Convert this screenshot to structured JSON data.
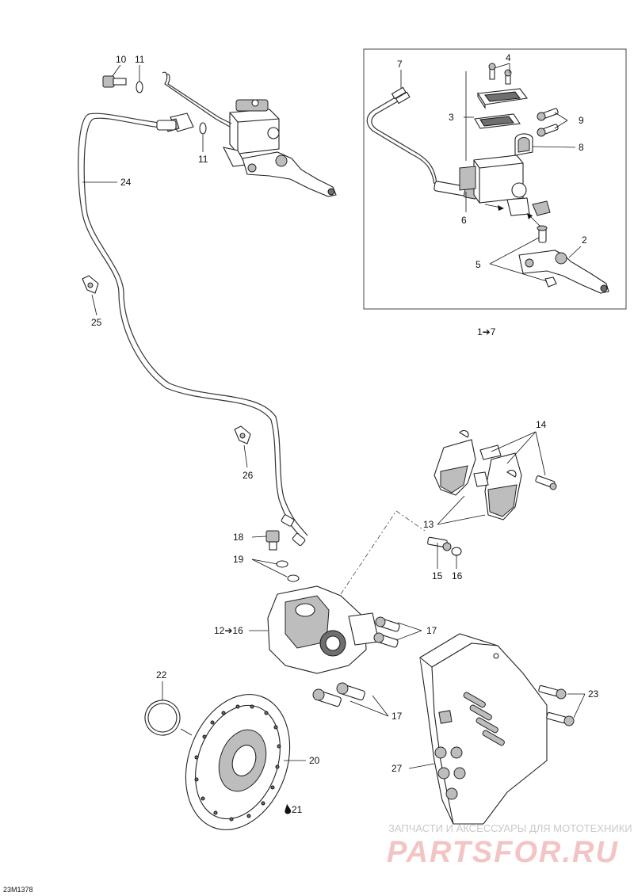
{
  "diagram": {
    "code": "23M1378",
    "labels": {
      "p1_7": "1➔7",
      "p2": "2",
      "p3": "3",
      "p4": "4",
      "p5": "5",
      "p6": "6",
      "p7": "7",
      "p8": "8",
      "p9": "9",
      "p10": "10",
      "p11a": "11",
      "p11b": "11",
      "p12_16": "12➔16",
      "p13": "13",
      "p14": "14",
      "p15": "15",
      "p16": "16",
      "p17a": "17",
      "p17b": "17",
      "p18": "18",
      "p19": "19",
      "p20": "20",
      "p21": "21",
      "p22": "22",
      "p23": "23",
      "p24": "24",
      "p25": "25",
      "p26": "26",
      "p27": "27"
    }
  },
  "watermark": {
    "tagline": "ЗАПЧАСТИ И АКСЕССУАРЫ ДЛЯ МОТОТЕХНИКИ",
    "brand": "PARTSFOR.RU"
  }
}
